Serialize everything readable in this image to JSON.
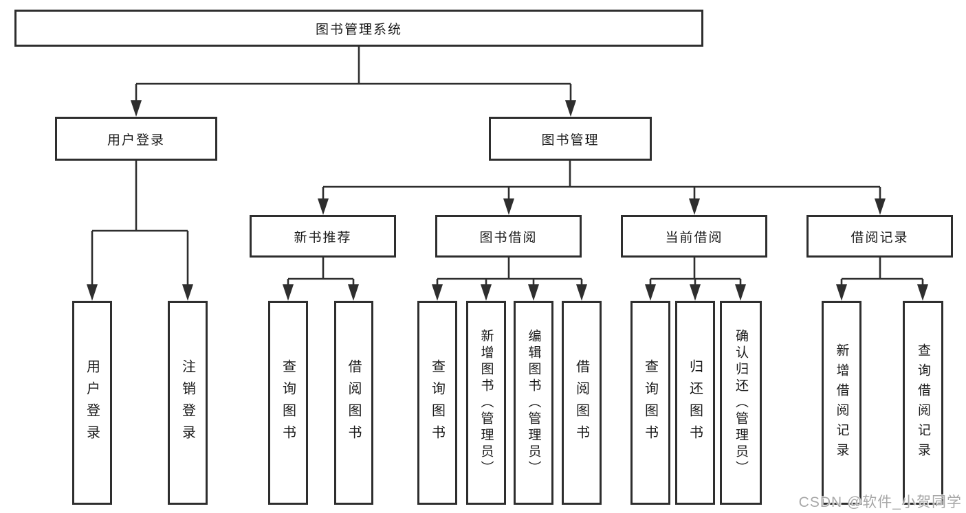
{
  "styles": {
    "line_color": "#2e2e2e",
    "box_border_color": "#2e2e2e",
    "box_background": "#ffffff",
    "text_color": "#1a1a1a",
    "watermark_color": "#a8a8a8"
  },
  "tree": {
    "root": {
      "label": "图书管理系统"
    },
    "branches": [
      {
        "label": "用户登录",
        "children": [
          {
            "label": "用户登录"
          },
          {
            "label": "注销登录"
          }
        ]
      },
      {
        "label": "图书管理",
        "children": [
          {
            "label": "新书推荐",
            "children": [
              {
                "label": "查询图书"
              },
              {
                "label": "借阅图书"
              }
            ]
          },
          {
            "label": "图书借阅",
            "children": [
              {
                "label": "查询图书"
              },
              {
                "label": "新增图书（管理员）"
              },
              {
                "label": "编辑图书（管理员）"
              },
              {
                "label": "借阅图书"
              }
            ]
          },
          {
            "label": "当前借阅",
            "children": [
              {
                "label": "查询图书"
              },
              {
                "label": "归还图书"
              },
              {
                "label": "确认归还（管理员）"
              }
            ]
          },
          {
            "label": "借阅记录",
            "children": [
              {
                "label": "新增借阅记录"
              },
              {
                "label": "查询借阅记录"
              }
            ]
          }
        ]
      }
    ]
  },
  "watermark": {
    "text": "CSDN @软件_小贺同学"
  }
}
